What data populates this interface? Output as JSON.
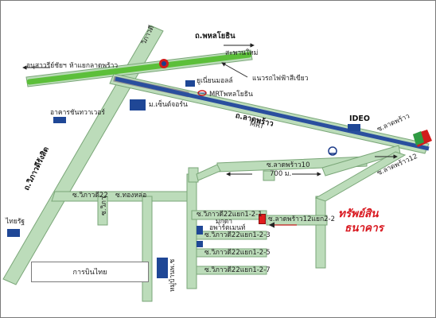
{
  "labels": {
    "phahon_rd": "ถ.พหลโยธิน",
    "sapan_mai": "สะพานใหม่",
    "wipha_n": "วิภาวดี",
    "victory": "อนุสาวรีย์ชัยฯ",
    "ladprao_jct": "ห้าแยกลาดพร้าว",
    "bts_green": "แนวรถไฟฟ้าสีเขียว",
    "union_mall": "ยูเนี่ยนมอลล์",
    "mrt_phahon": "MRTพหลโยธิน",
    "chanthawat": "อาคารชันทวาเวอร์",
    "central": "ม.เซ็นต์จอร์น",
    "ladprao_rd": "ถ.ลาดพร้าว",
    "mrt": "MRT",
    "ideo": "IDEO",
    "ladprao_soi_r": "ซ.ลาดพร้าว",
    "wipha_rd": "ถ.วิภาวดีรังสิต",
    "soi_ladprao10": "ซ.ลาดพร้าว10",
    "dist_700": "700 ม.",
    "soi_ladprao12": "ซ.ลาดพร้าว12",
    "soi_wipha22": "ซ.วิภาวดี22",
    "soi_thonglor": "ซ.ทองหล่อ",
    "soi_wa": "ซ.วิภา",
    "soi_22_1_2_1": "ซ.วิภาวดี22แยก1-2-1",
    "soi_ladprao12_2_2": "ซ.ลาดพร้าว12แยก2-2",
    "apartment": "อพาร์ตเมนท์",
    "mukda": "มุกดา",
    "soi_22_1_2_3": "ซ.วิภาวดี22แยก1-2-3",
    "soi_22_1_2_5": "ซ.วิภาวดี22แยก1-2-5",
    "soi_22_1_2_7": "ซ.วิภาวดี22แยก1-2-7",
    "thai_rath": "ไทยรัฐ",
    "thai_airways": "การบินไทย",
    "soi_nuan": "หมู่บ้านพ.ช",
    "target_line1": "ทรัพย์สิน",
    "target_line2": "ธนาคาร"
  },
  "colors": {
    "road_fill": "#bcdcba",
    "road_edge": "#7aa678",
    "green_line": "#5cbf3a",
    "blue_line": "#2a4f9e",
    "building": "#1f4796",
    "target": "#d8161e"
  },
  "icons": [
    "central-logo-icon",
    "mrt-logo-icon",
    "temple-icon",
    "target-flag-icon",
    "direction-arrow-icon"
  ]
}
